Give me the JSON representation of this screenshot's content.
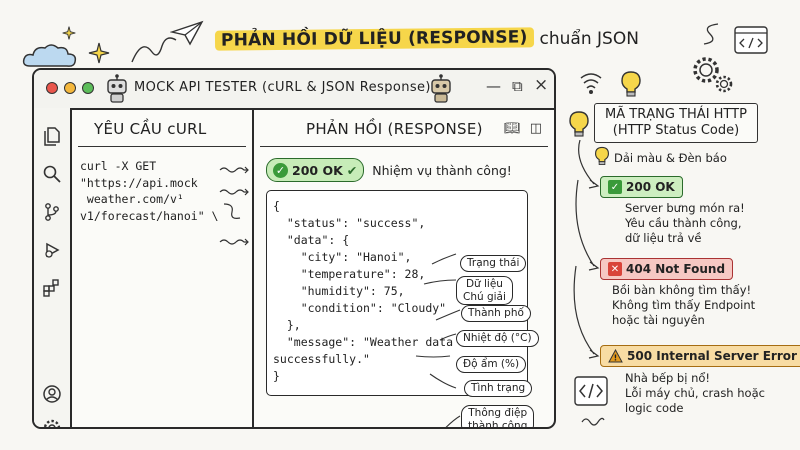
{
  "header": {
    "title_highlight": "PHẢN HỒI DỮ LIỆU (RESPONSE)",
    "title_rest": "chuẩn JSON"
  },
  "window": {
    "title": "MOCK API TESTER (cURL & JSON Response)",
    "controls": {
      "minimize": "—",
      "maximize": "⧉",
      "close": "×"
    }
  },
  "request": {
    "title": "YÊU CẦU cURL",
    "code": "curl -X GET\n\"https://api.mock\n weather.com/v¹\nv1/forecast/hanoi\" \\"
  },
  "response": {
    "title": "PHẢN HỒI (RESPONSE)",
    "status_code": "200 OK",
    "status_message": "Nhiệm vụ thành công!",
    "json": "{\n  \"status\": \"success\",\n  \"data\": {\n    \"city\": \"Hanoi\",\n    \"temperature\": 28,\n    \"humidity\": 75,\n    \"condition\": \"Cloudy\"\n  },\n  \"message\": \"Weather data retrieved\nsuccessfully.\"\n}",
    "callouts": {
      "status": "Trạng thái",
      "data": "Dữ liệu\nChú giải",
      "city": "Thành phố",
      "temperature": "Nhiệt độ (°C)",
      "humidity": "Độ ẩm (%)",
      "condition": "Tình trạng",
      "message": "Thông điệp\nthành công"
    }
  },
  "legend": {
    "title": "MÃ TRẠNG THÁI HTTP\n(HTTP Status Code)",
    "subtitle": "Dải màu & Đèn báo",
    "items": [
      {
        "code": "200 OK",
        "color": "#3a9a3a",
        "desc": "Server bưng món ra!\nYêu cầu thành công,\ndữ liệu trả về"
      },
      {
        "code": "404 Not Found",
        "color": "#d9443a",
        "desc": "Bồi bàn không tìm thấy!\nKhông tìm thấy Endpoint\nhoặc tài nguyên"
      },
      {
        "code": "500 Internal Server Error",
        "color": "#e39a1c",
        "desc": "Nhà bếp bị nổ!\nLỗi máy chủ, crash hoặc\nlogic code"
      }
    ]
  },
  "icons": {
    "activity_bar": [
      "files-icon",
      "search-icon",
      "source-control-icon",
      "debug-icon",
      "extensions-icon",
      "account-icon",
      "settings-icon"
    ],
    "deco": [
      "cloud-icon",
      "sparkle-icon",
      "paper-plane-icon",
      "code-icon",
      "wifi-icon",
      "lightbulb-icon",
      "gear-icon"
    ]
  },
  "colors": {
    "highlight": "#f6d64a",
    "success": "#3a9a3a",
    "error": "#d9443a",
    "warning": "#e39a1c"
  }
}
